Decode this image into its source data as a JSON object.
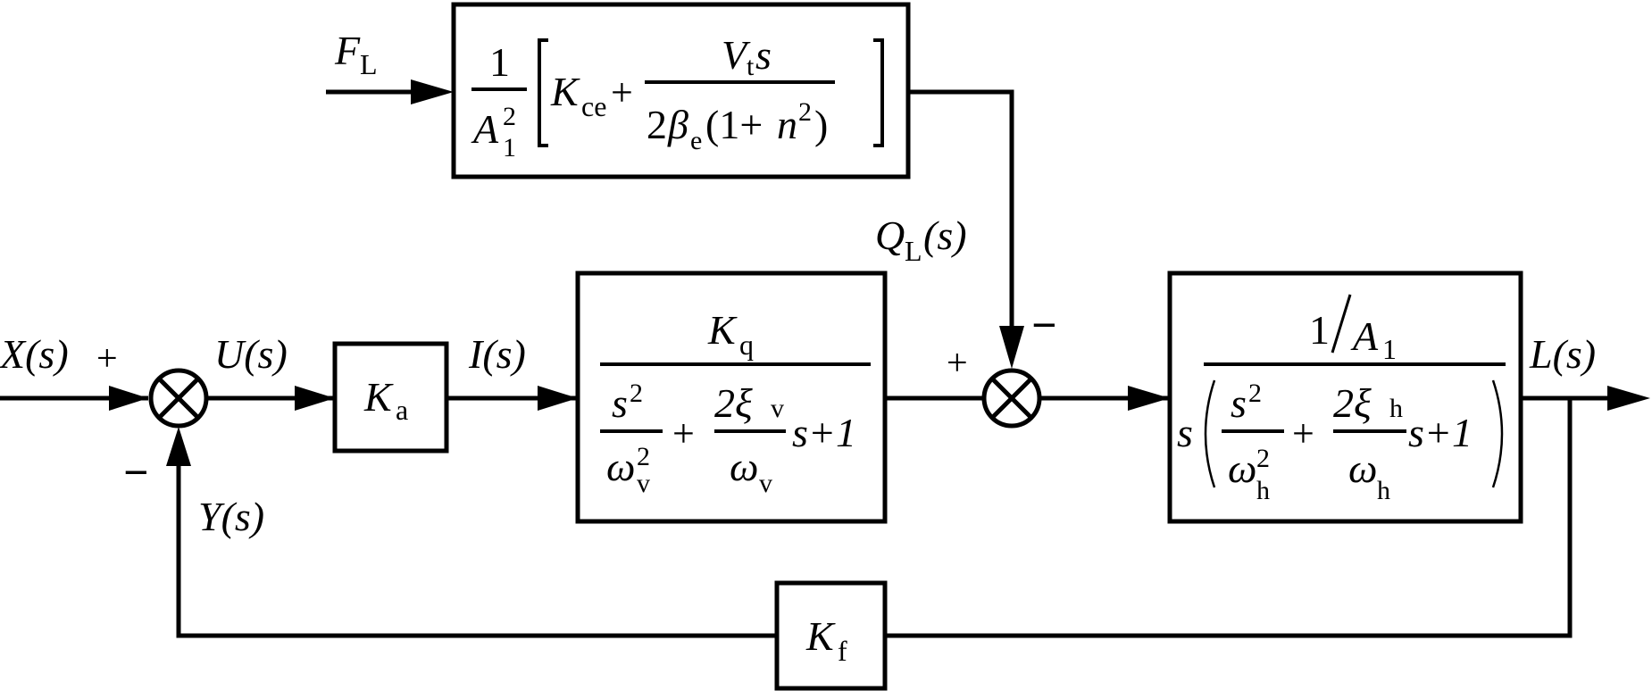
{
  "diagram": {
    "type": "block-diagram",
    "signals": {
      "input": "X(s)",
      "error": "U(s)",
      "current": "I(s)",
      "feedback": "Y(s)",
      "output": "L(s)",
      "load_flow": "Q",
      "load_flow_sub": "L",
      "load_flow_arg": "(s)",
      "load_force": "F",
      "load_force_sub": "L"
    },
    "signs": {
      "sum1_input": "+",
      "sum1_feedback": "−",
      "sum2_input": "+",
      "sum2_disturbance": "−"
    },
    "blocks": {
      "amplifier": {
        "symbol": "K",
        "sub": "a"
      },
      "feedback": {
        "symbol": "K",
        "sub": "f"
      },
      "servo_valve": {
        "num_symbol": "K",
        "num_sub": "q",
        "den_t1_num": "s",
        "den_t1_num_sup": "2",
        "den_t1_den": "ω",
        "den_t1_den_sub": "v",
        "den_t1_den_sup": "2",
        "plus": "+",
        "den_t2_num": "2ξ",
        "den_t2_num_sub": "v",
        "den_t2_den": "ω",
        "den_t2_den_sub": "v",
        "den_tail": "s+1"
      },
      "cylinder": {
        "num_one": "1",
        "num_slash": "/",
        "num_A": "A",
        "num_A_sub": "1",
        "prefix": "s",
        "den_t1_num": "s",
        "den_t1_num_sup": "2",
        "den_t1_den": "ω",
        "den_t1_den_sub": "h",
        "den_t1_den_sup": "2",
        "plus": "+",
        "den_t2_num": "2ξ",
        "den_t2_num_sub": "h",
        "den_t2_den": "ω",
        "den_t2_den_sub": "h",
        "den_tail": "s+1"
      },
      "load": {
        "coef_num": "1",
        "coef_den": "A",
        "coef_den_sub": "1",
        "coef_den_sup": "2",
        "K": "K",
        "K_sub": "ce",
        "plus": "+",
        "frac_num": "V",
        "frac_num_sub": "t",
        "frac_num_s": "s",
        "frac_den_2": "2",
        "frac_den_beta": "β",
        "frac_den_beta_sub": "e",
        "frac_den_rest": "(1+",
        "frac_den_n": "n",
        "frac_den_n_sup": "2",
        "frac_den_close": ")"
      }
    }
  }
}
